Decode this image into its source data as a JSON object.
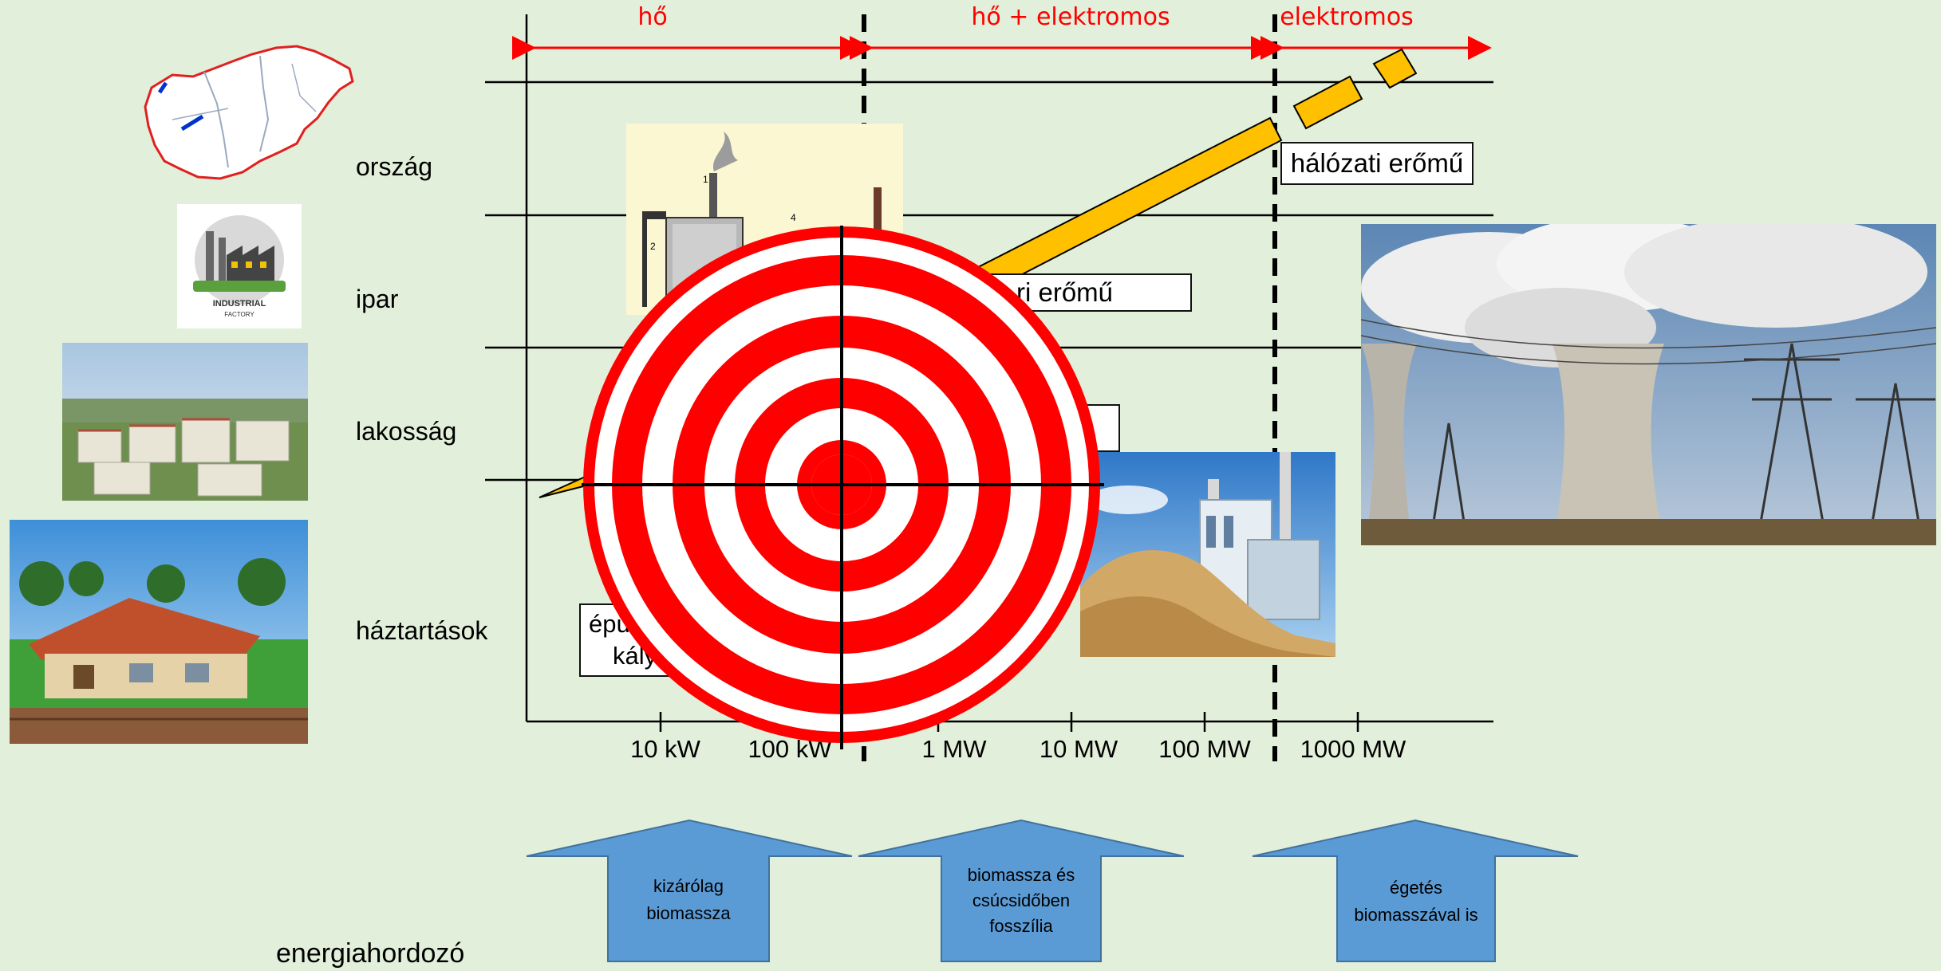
{
  "zones": [
    {
      "label": "hő",
      "color": "#ff0000"
    },
    {
      "label": "hő + elektromos",
      "color": "#ff0000"
    },
    {
      "label": "elektromos",
      "color": "#ff0000"
    }
  ],
  "rows": [
    "ország",
    "ipar",
    "lakosság",
    "háztartások"
  ],
  "x_ticks": [
    "10 kW",
    "100 kW",
    "1 MW",
    "10 MW",
    "100 MW",
    "1000 MW"
  ],
  "callouts": {
    "grid_plant": "hálózati erőmű",
    "industrial_plant_partial": "ri erőmű",
    "building_partial_1": "épü",
    "building_partial_2": "kály"
  },
  "bottom_arrows": [
    {
      "lines": [
        "kizárólag",
        "biomassza"
      ]
    },
    {
      "lines": [
        "biomassza és",
        "csúcsidőben",
        "fosszília"
      ]
    },
    {
      "lines": [
        "égetés",
        "biomasszával is"
      ]
    }
  ],
  "footer_label": "energiahordozó",
  "inset_texts": {
    "factory_line1": "INDUSTRIAL",
    "factory_line2": "FACTORY",
    "boiler_n1": "1",
    "boiler_n2": "2",
    "boiler_n4": "4"
  },
  "colors": {
    "background": "#e2efda",
    "zone_red": "#ff0000",
    "pencil_yellow": "#ffc000",
    "arrow_blue": "#5b9bd5",
    "target_red": "#ff0000"
  },
  "icons": [
    "hungary-map",
    "industrial-factory",
    "housing-estate",
    "house",
    "boiler",
    "wood-chip-plant",
    "nuclear-plant",
    "target",
    "pencil"
  ]
}
